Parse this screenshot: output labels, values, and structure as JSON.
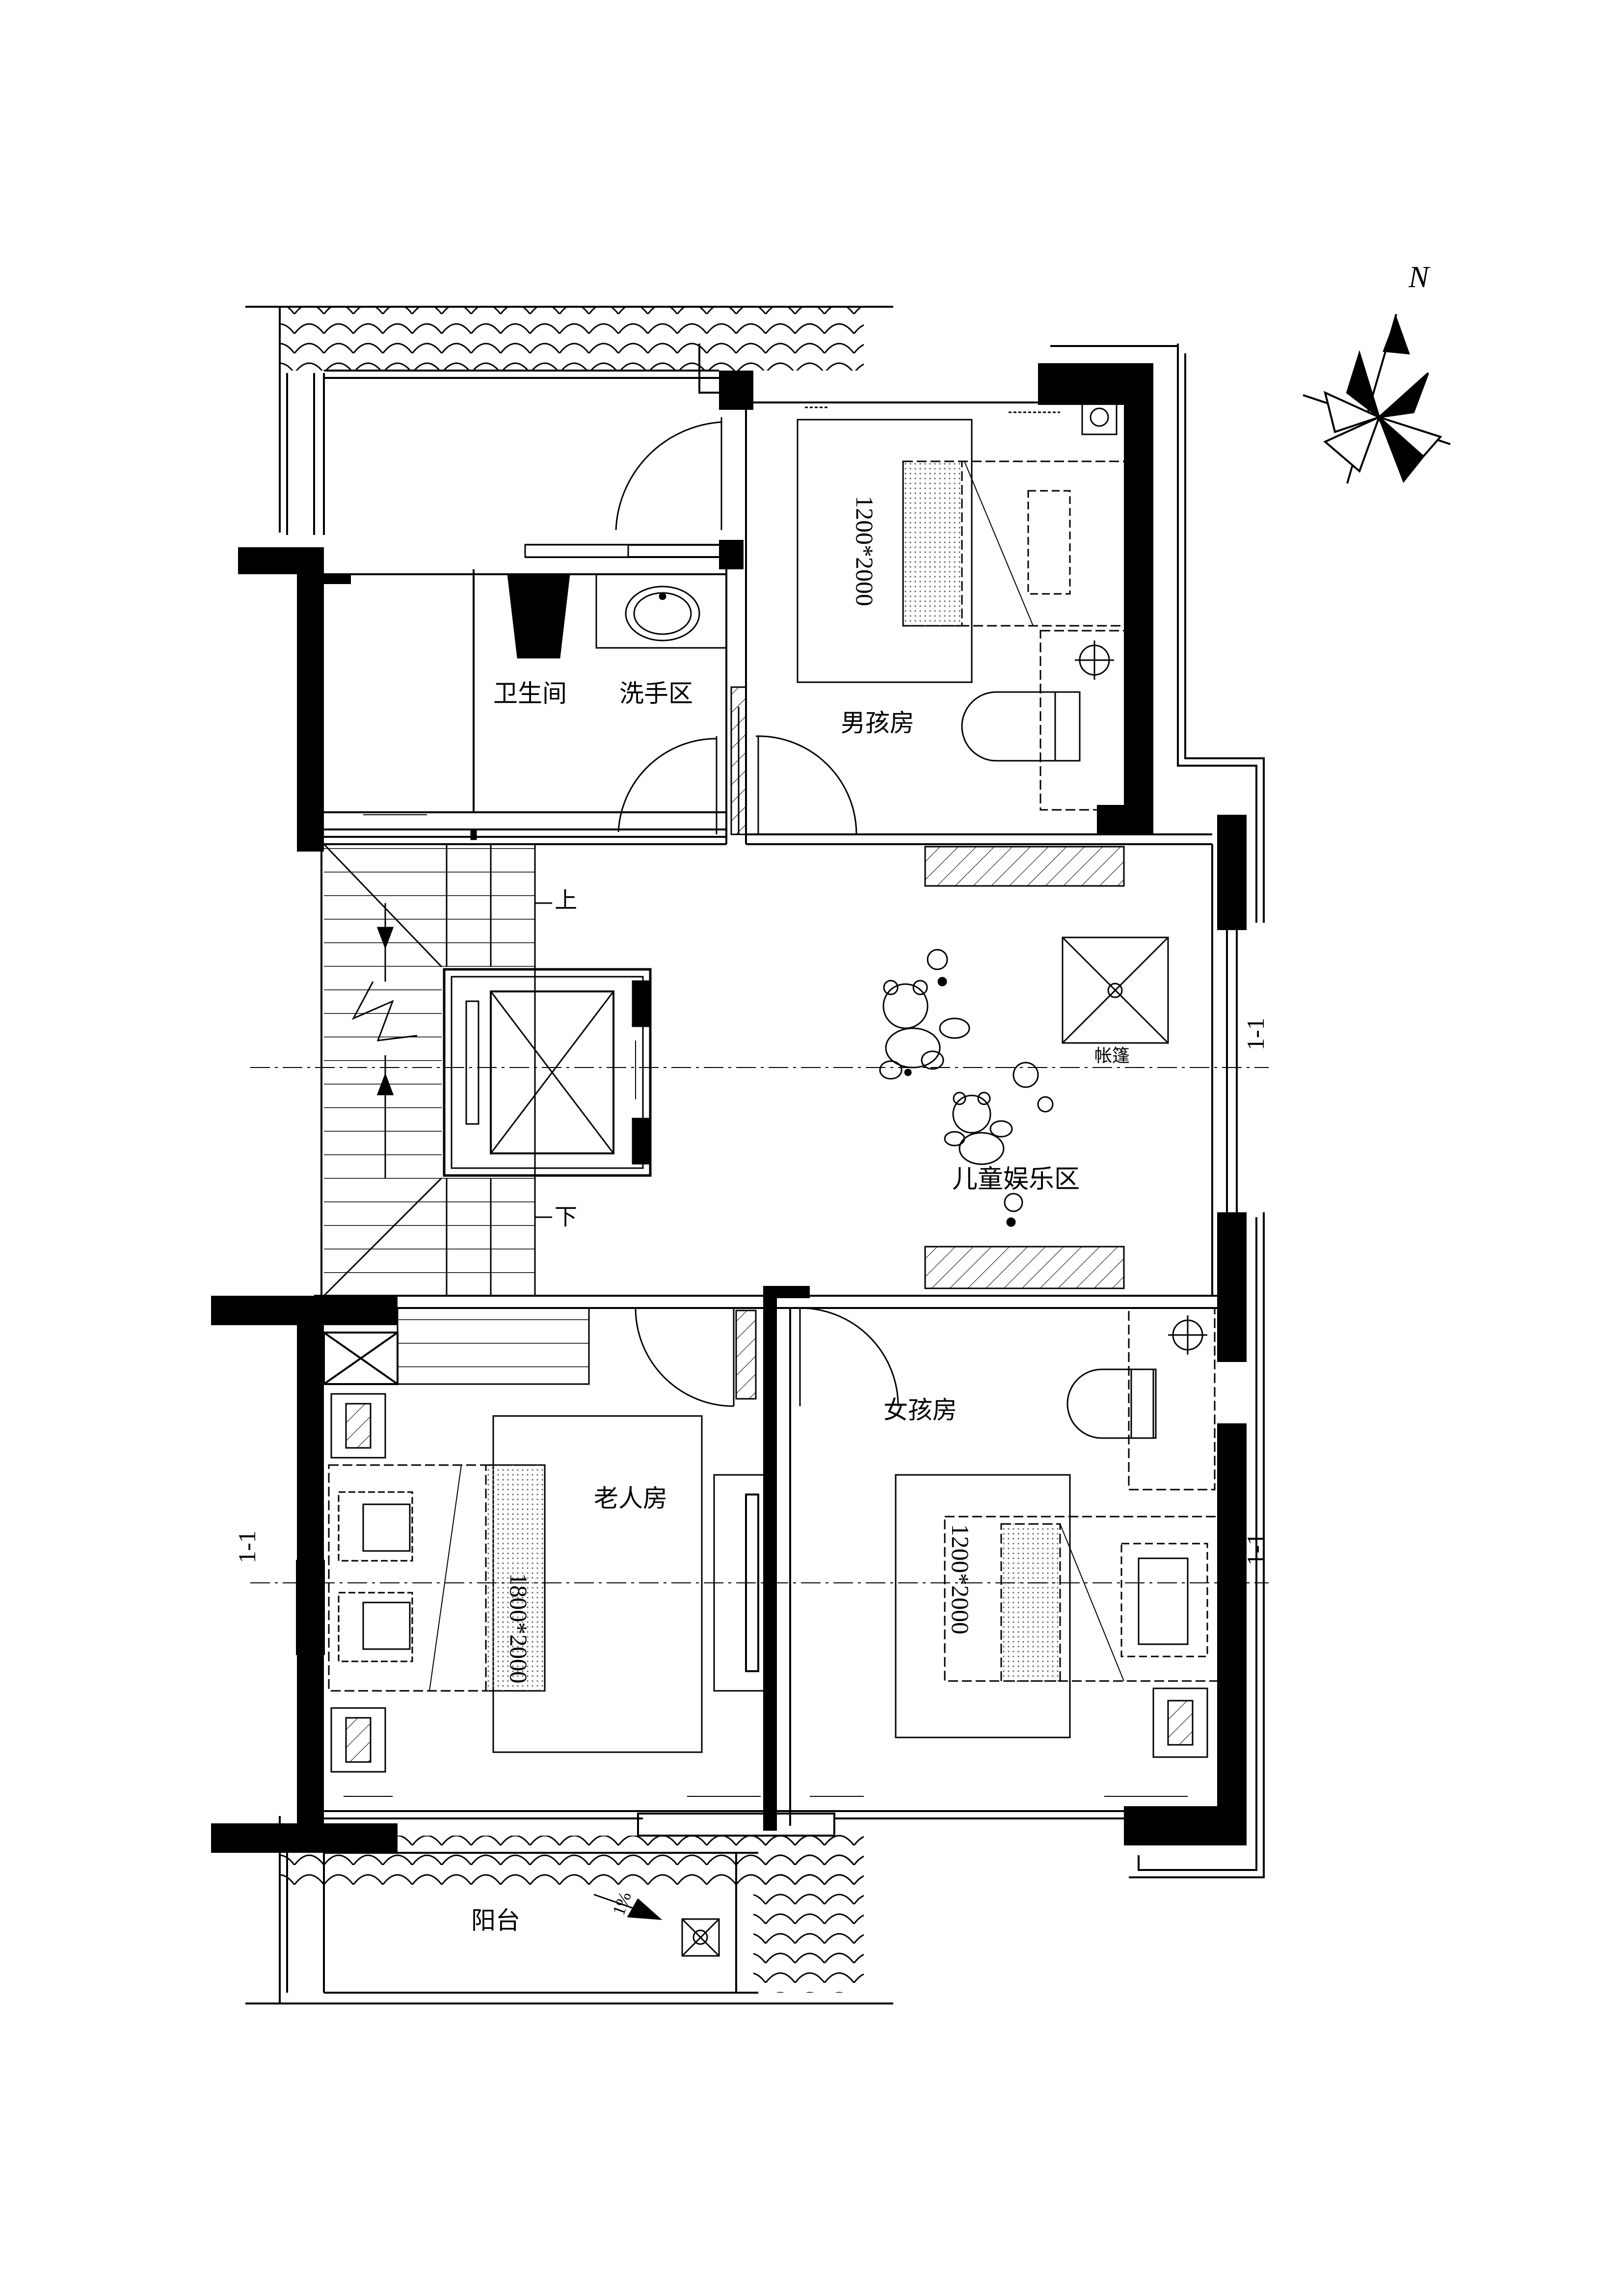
{
  "rooms": {
    "bathroom": "卫生间",
    "wash_area": "洗手区",
    "boy_room": "男孩房",
    "play_area": "儿童娱乐区",
    "tent": "帐篷",
    "elder_room": "老人房",
    "girl_room": "女孩房",
    "balcony": "阳台"
  },
  "stairs": {
    "up": "上",
    "down": "下"
  },
  "beds": {
    "boy": "1200*2000",
    "elder": "1800*2000",
    "girl": "1200*2000"
  },
  "section_marks": {
    "right_top": "1-1",
    "left": "1-1",
    "right_bottom": "1-1"
  },
  "slope": "1%",
  "compass": {
    "north": "N"
  }
}
